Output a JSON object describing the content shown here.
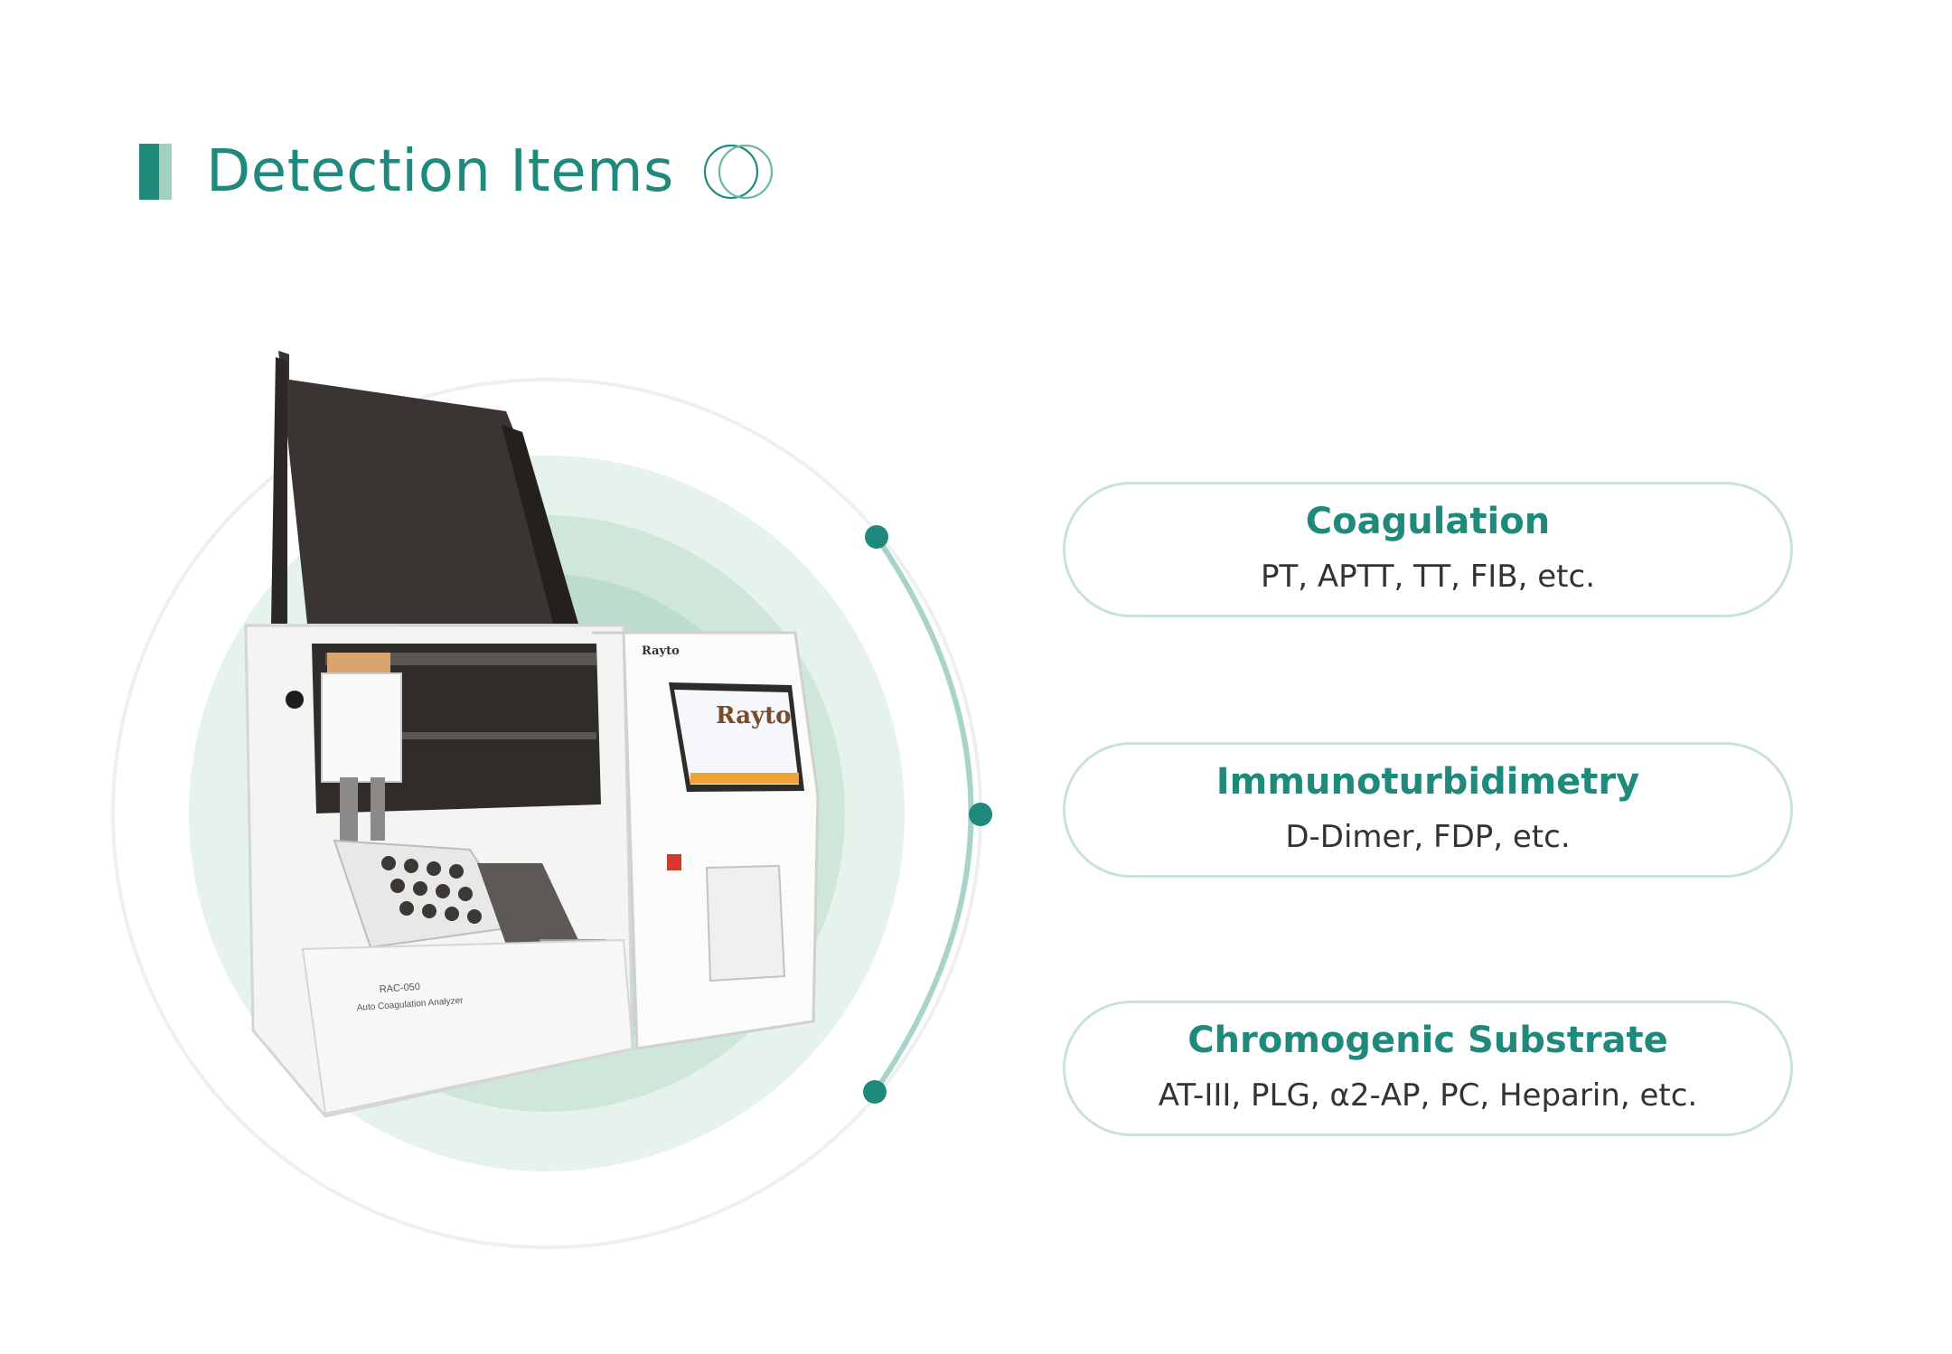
{
  "header": {
    "title": "Detection Items"
  },
  "device": {
    "brand_logo": "Rayto",
    "model_label": "RAC-050",
    "model_caption": "Auto Coagulation Analyzer"
  },
  "items": [
    {
      "title": "Coagulation",
      "description": "PT, APTT, TT, FIB, etc."
    },
    {
      "title": "Immunoturbidimetry",
      "description": "D-Dimer, FDP, etc."
    },
    {
      "title": "Chromogenic Substrate",
      "description": "AT-III, PLG, α2-AP, PC, Heparin, etc."
    }
  ],
  "colors": {
    "accent": "#1f8a7c",
    "accent_light": "#9fd1bf",
    "card_border": "#c7e3d6",
    "arc": "#a8d3cb",
    "bg_circle_outer": "#e6f2ec",
    "bg_circle_inner": "#cfe6db"
  },
  "icons": {
    "title_bar": "title-bar-icon",
    "rings": "overlapping-rings-icon"
  }
}
